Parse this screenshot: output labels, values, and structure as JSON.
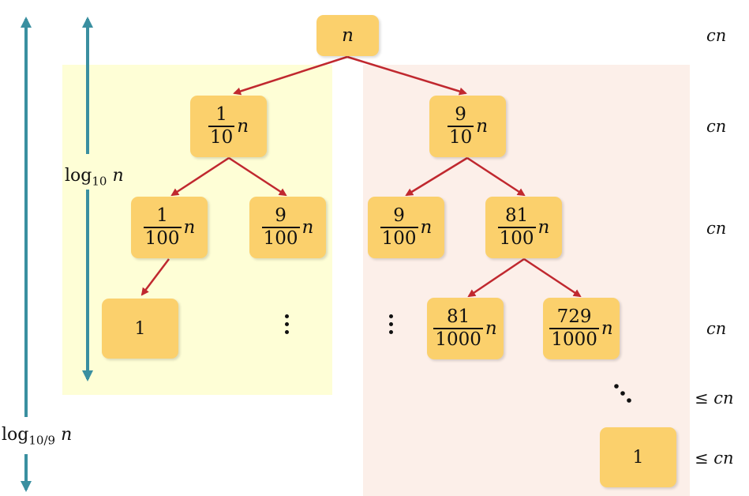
{
  "root": {
    "label": "n"
  },
  "level1": {
    "left": {
      "num": "1",
      "den": "10",
      "var": "n"
    },
    "right": {
      "num": "9",
      "den": "10",
      "var": "n"
    }
  },
  "level2": {
    "ll": {
      "num": "1",
      "den": "100",
      "var": "n"
    },
    "lr": {
      "num": "9",
      "den": "100",
      "var": "n"
    },
    "rl": {
      "num": "9",
      "den": "100",
      "var": "n"
    },
    "rr": {
      "num": "81",
      "den": "100",
      "var": "n"
    }
  },
  "level3": {
    "leaf_left": "1",
    "rrl": {
      "num": "81",
      "den": "1000",
      "var": "n"
    },
    "rrr": {
      "num": "729",
      "den": "1000",
      "var": "n"
    }
  },
  "leaf_bottom": "1",
  "costs": [
    "cn",
    "cn",
    "cn",
    "cn",
    "≤ cn",
    "≤ cn"
  ],
  "height_labels": {
    "short": {
      "base": "log",
      "sub": "10",
      "var": "n"
    },
    "long": {
      "base": "log",
      "sub": "10/9",
      "var": "n"
    }
  },
  "colors": {
    "node_fill": "#fbd06c",
    "edge": "#c0282f",
    "height_arrow": "#3a8fa0",
    "left_region": "#fefed6",
    "right_region": "#fcefe9"
  }
}
